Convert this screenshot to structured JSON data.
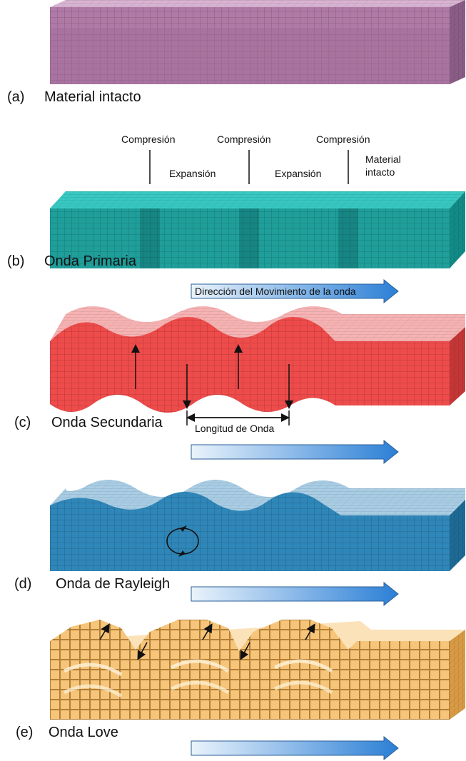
{
  "colors": {
    "material_intacto": "#b07aa6",
    "onda_primaria": "#1f9e9a",
    "onda_secundaria": "#ee4b4b",
    "onda_rayleigh": "#2f86b8",
    "onda_love": "#f6c57a",
    "arrow_start": "#eaf3fb",
    "arrow_end": "#2b7fd6"
  },
  "panels": [
    {
      "letter": "(a)",
      "title": "Material intacto"
    },
    {
      "letter": "(b)",
      "title": "Onda Primaria"
    },
    {
      "letter": "(c)",
      "title": "Onda Secundaria"
    },
    {
      "letter": "(d)",
      "title": "Onda de Rayleigh"
    },
    {
      "letter": "(e)",
      "title": "Onda Love"
    }
  ],
  "primaria_labels": {
    "compresion": "Compresión",
    "expansion": "Expansión",
    "material_intacto_line1": "Material",
    "material_intacto_line2": "intacto"
  },
  "direction_label": "Dirección del Movimiento de la onda",
  "wavelength_label": "Longitud de Onda"
}
